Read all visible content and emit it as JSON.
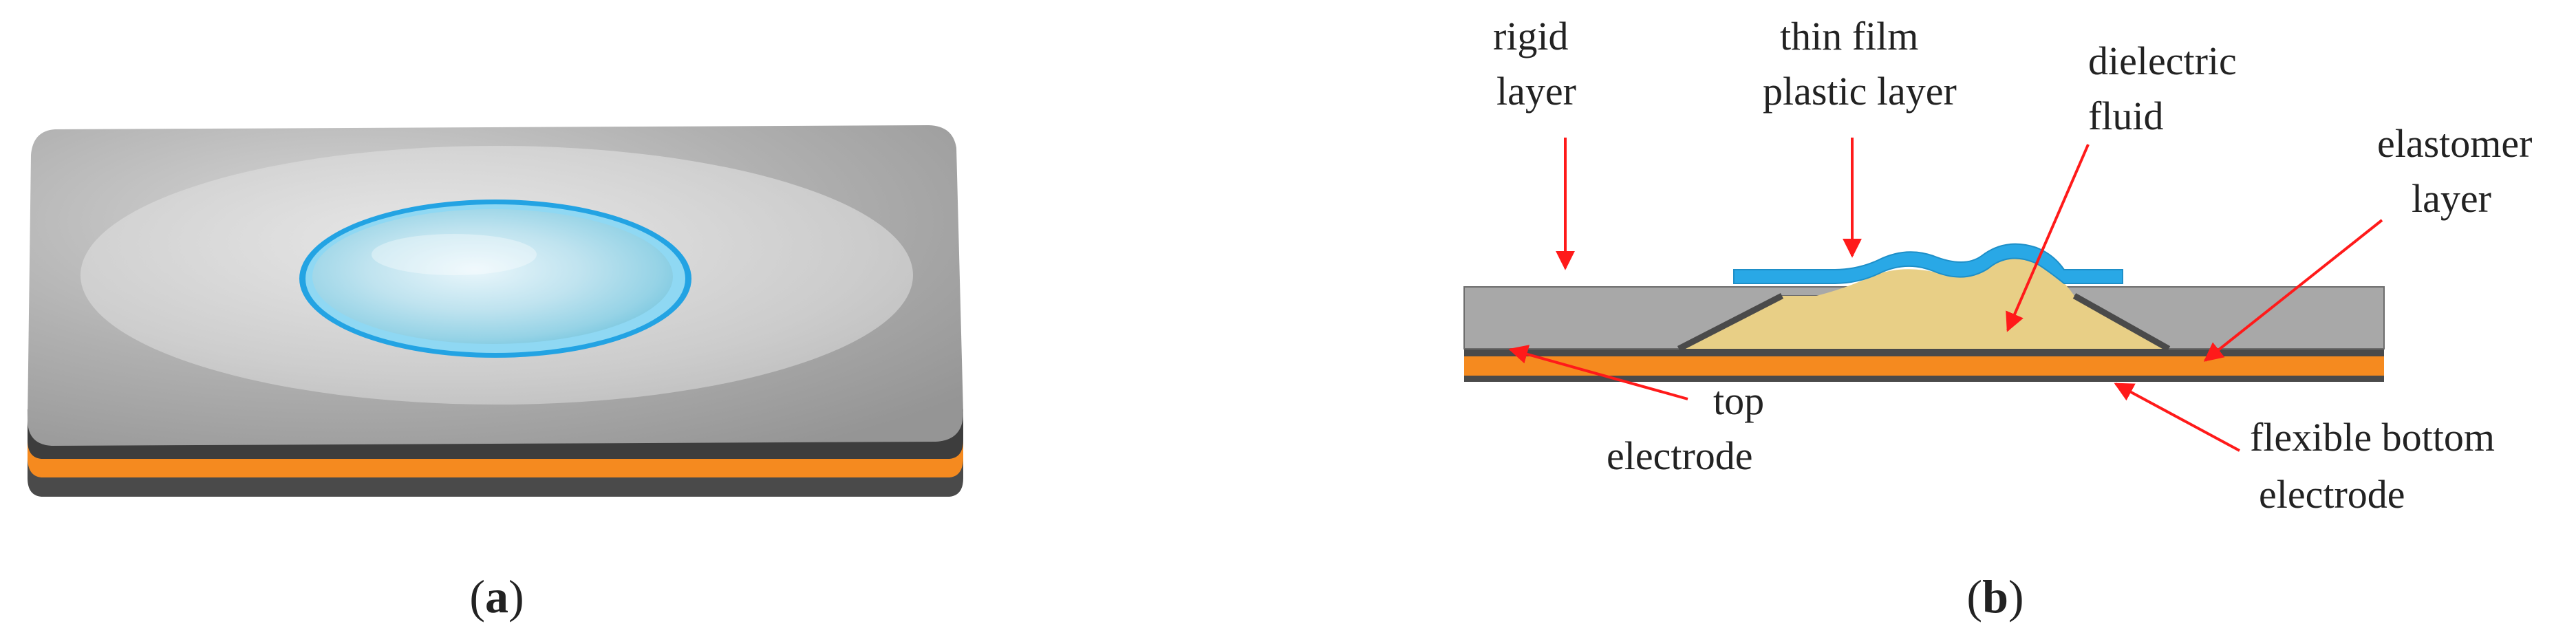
{
  "panel_a": {
    "caption_open": "(",
    "caption_letter": "a",
    "caption_close": ")"
  },
  "panel_b": {
    "caption_open": "(",
    "caption_letter": "b",
    "caption_close": ")",
    "labels": {
      "rigid_line1": "rigid",
      "rigid_line2": "layer",
      "thin_line1": "thin film",
      "thin_line2": "plastic layer",
      "dielectric_line1": "dielectric",
      "dielectric_line2": "fluid",
      "elastomer_line1": "elastomer",
      "elastomer_line2": "layer",
      "top_line1": "top",
      "top_line2": "electrode",
      "bottom_line1": "flexible bottom",
      "bottom_line2": "electrode"
    }
  },
  "colors": {
    "rigid_gray": "#a8a8a8",
    "dark_layer": "#4a4a4a",
    "orange_layer": "#f58a1f",
    "fluid_beige": "#e8cf86",
    "film_blue": "#29a8e6",
    "arrow_red": "#ff1a1a"
  }
}
